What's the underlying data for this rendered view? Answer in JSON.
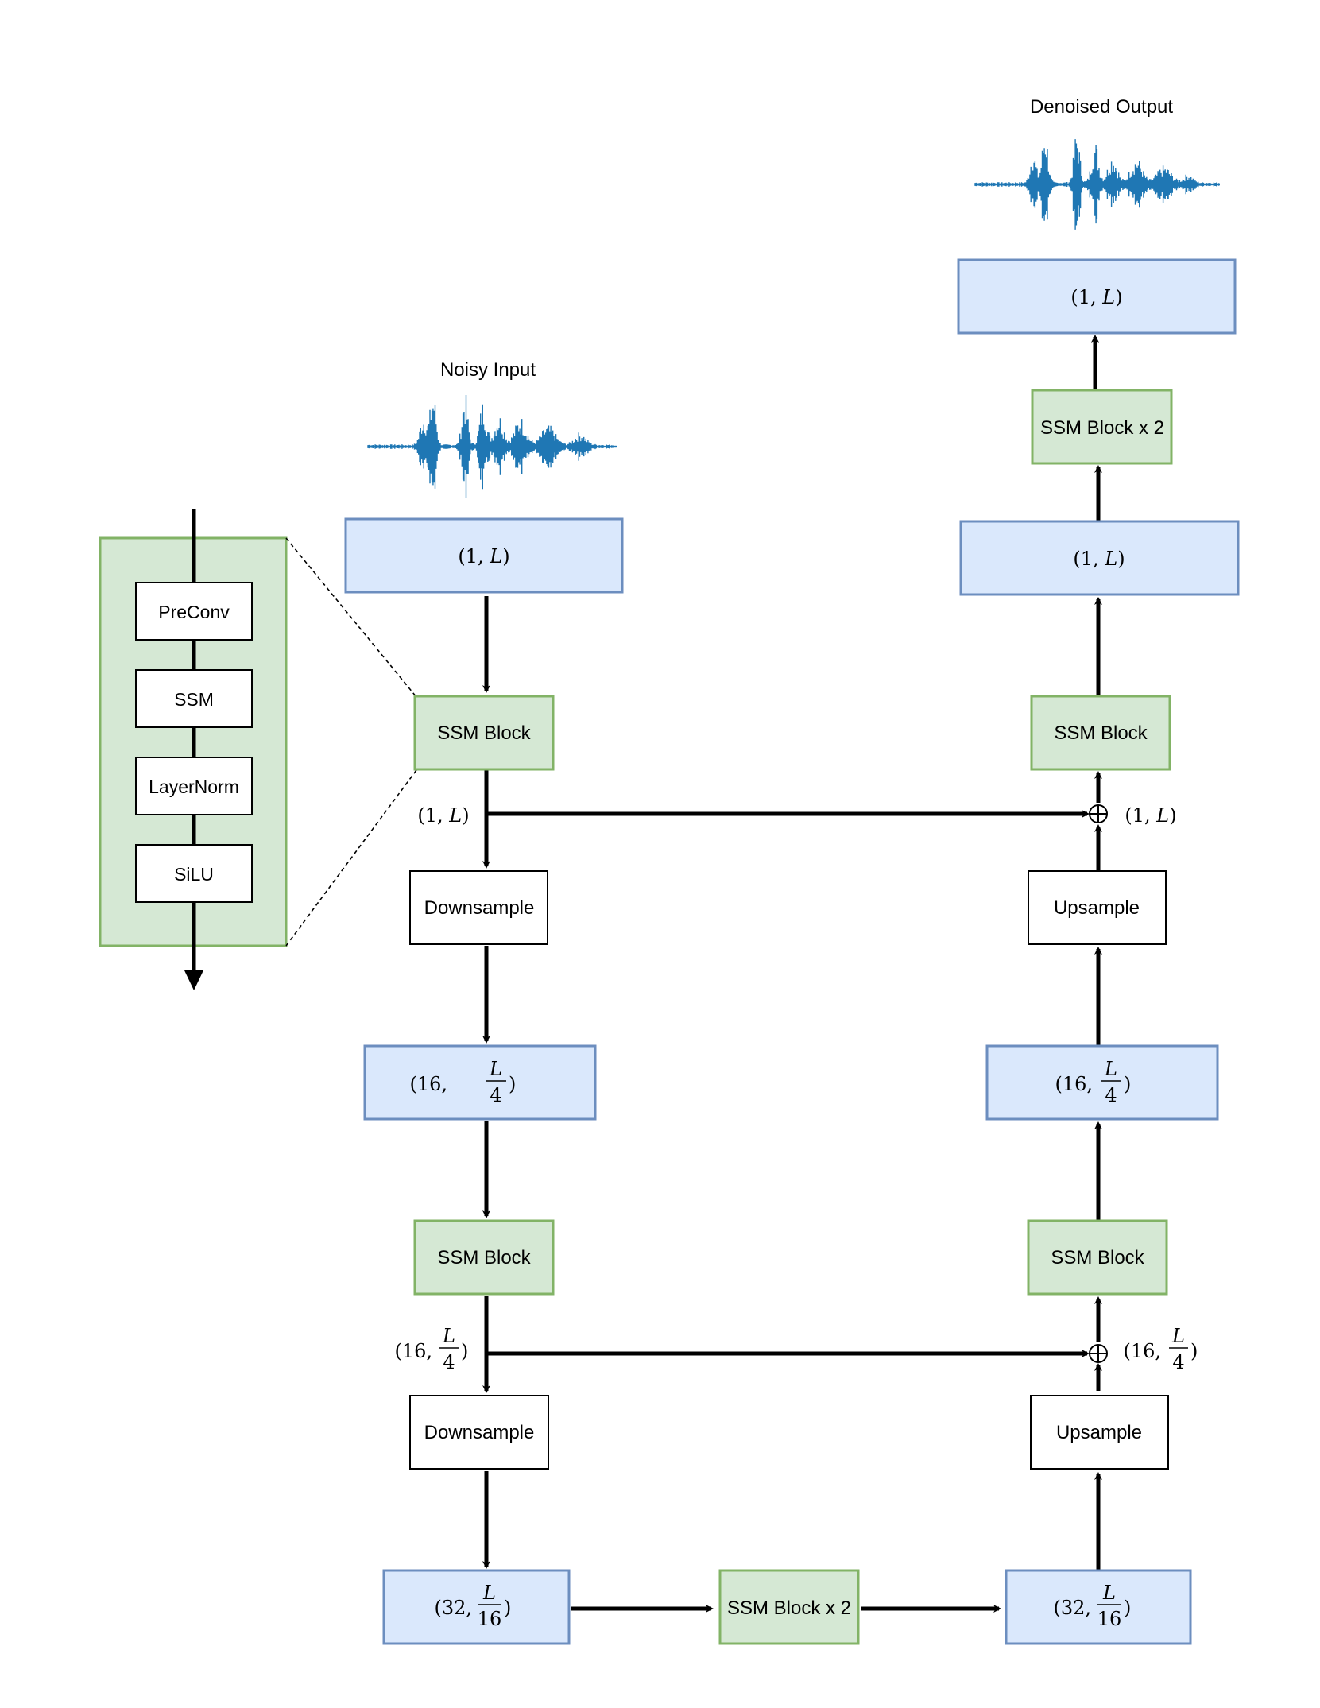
{
  "titles": {
    "noisy_input": "Noisy Input",
    "denoised_output": "Denoised Output"
  },
  "left": {
    "in_tensor": {
      "a": "(1, ",
      "b": "L",
      "c": ")"
    },
    "ssm1": "SSM Block",
    "skip1": {
      "a": "(1, ",
      "b": "L",
      "c": ")"
    },
    "down1": "Downsample",
    "t16": {
      "a": "(16, ",
      "num": "L",
      "den": "4",
      "c": ")"
    },
    "ssm2": "SSM Block",
    "skip2": {
      "a": "(16, ",
      "num": "L",
      "den": "4",
      "c": ")"
    },
    "down2": "Downsample",
    "t32": {
      "a": "(32, ",
      "num": "L",
      "den": "16",
      "c": ")"
    }
  },
  "bottleneck": "SSM Block x 2",
  "right": {
    "t32": {
      "a": "(32, ",
      "num": "L",
      "den": "16",
      "c": ")"
    },
    "up2": "Upsample",
    "sum2": {
      "a": "(16, ",
      "num": "L",
      "den": "4",
      "c": ")"
    },
    "ssm2": "SSM Block",
    "t16": {
      "a": "(16, ",
      "num": "L",
      "den": "4",
      "c": ")"
    },
    "up1": "Upsample",
    "sum1": {
      "a": "(1, ",
      "b": "L",
      "c": ")"
    },
    "ssm1": "SSM Block",
    "t1": {
      "a": "(1, ",
      "b": "L",
      "c": ")"
    },
    "ssm_out": "SSM Block x 2",
    "out_tensor": {
      "a": "(1, ",
      "b": "L",
      "c": ")"
    }
  },
  "detail": {
    "layers": [
      "PreConv",
      "SSM",
      "LayerNorm",
      "SiLU"
    ]
  },
  "colors": {
    "tensor_fill": "#dae8fc",
    "tensor_stroke": "#6c8ebf",
    "block_fill": "#d5e8d4",
    "block_stroke": "#82b366",
    "waveform": "#1f77b4"
  }
}
